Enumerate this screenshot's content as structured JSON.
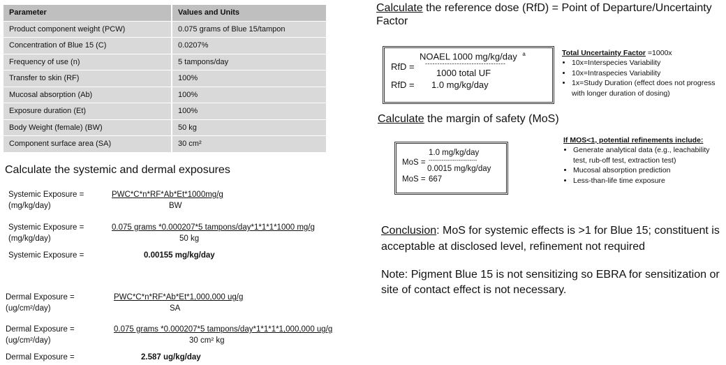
{
  "table": {
    "headers": [
      "Parameter",
      "Values and Units"
    ],
    "rows": [
      [
        "Product component weight (PCW)",
        "0.075  grams of Blue 15/tampon"
      ],
      [
        "Concentration of Blue 15 (C)",
        "0.0207%"
      ],
      [
        "Frequency of use (n)",
        "5 tampons/day"
      ],
      [
        "Transfer to skin (RF)",
        "100%"
      ],
      [
        "Mucosal absorption (Ab)",
        "100%"
      ],
      [
        "Exposure duration (Et)",
        "100%"
      ],
      [
        "Body Weight (female) (BW)",
        "50 kg"
      ],
      [
        "Component surface area (SA)",
        "30 cm²"
      ]
    ]
  },
  "systemic": {
    "heading": "Calculate the systemic and dermal exposures",
    "label1": "Systemic Exposure =",
    "unit1": "(mg/kg/day)",
    "formula_num": "PWC*C*n*RF*Ab*Et*1000mg/g",
    "formula_den": "BW",
    "label2": "Systemic Exposure =",
    "unit2": "(mg/kg/day)",
    "calc_num": "0.075 grams *0.000207*5  tampons/day*1*1*1*1000  mg/g",
    "calc_den": "50 kg",
    "label3": "Systemic Exposure =",
    "result": "0.00155  mg/kg/day"
  },
  "dermal": {
    "label1": "Dermal Exposure =",
    "unit1": "(ug/cm²/day)",
    "formula_num": "PWC*C*n*RF*Ab*Et*1,000,000  ug/g",
    "formula_den": "SA",
    "label2": "Dermal Exposure =",
    "unit2": "(ug/cm²/day)",
    "calc_num": "0.075 grams *0.000207*5  tampons/day*1*1*1*1,000,000  ug/g",
    "calc_den": "30 cm² kg",
    "label3": "Dermal Exposure =",
    "result": "2.587 ug/kg/day"
  },
  "rfd": {
    "heading_u": "Calculate",
    "heading_rest": " the reference dose (RfD) = Point of Departure/Uncertainty",
    "heading_line2": "Factor",
    "line1_label": "RfD =",
    "numerator": "NOAEL 1000 mg/kg/day",
    "superscript": "a",
    "dashes": "---------------------------------",
    "denominator": "1000 total UF",
    "line3_label": "RfD =",
    "line3_value": "1.0 mg/kg/day",
    "uf_title": "Total Uncertainty Factor",
    "uf_value": " =1000x",
    "uf_items": [
      "10x=Interspecies Variability",
      "10x=Intraspecies Variability",
      "1x=Study Duration (effect does not progress with longer duration of dosing)"
    ]
  },
  "mos": {
    "heading_u": "Calculate",
    "heading_rest": " the margin of safety (MoS)",
    "numerator": "1.0 mg/kg/day",
    "line1_label": "MoS =",
    "dashes": "--------------------------",
    "denominator": "0.0015 mg/kg/day",
    "line3_label": "MoS =",
    "line3_value": "667",
    "refine_title": "If MOS<1, potential refinements include:",
    "refine_items": [
      "Generate analytical data (e.g., leachability test, rub-off test, extraction test)",
      "Mucosal absorption prediction",
      "Less-than-life time exposure"
    ]
  },
  "conclusion": {
    "label": "Conclusion",
    "text": ": MoS for systemic effects is >1 for Blue 15; constituent is acceptable at disclosed level, refinement  not required"
  },
  "note": {
    "text": "Note: Pigment Blue 15 is not sensitizing so EBRA for sensitization or site of contact effect is not necessary."
  }
}
